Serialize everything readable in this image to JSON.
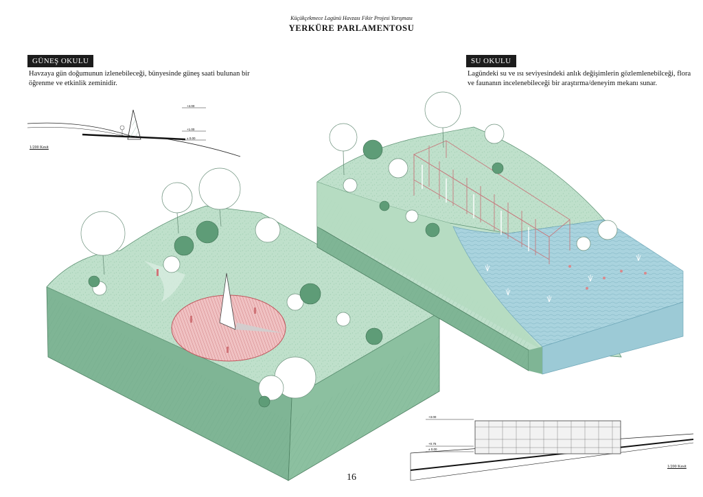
{
  "header": {
    "subtitle": "Küçükçekmece Lagünü Havzası Fikir Projesi Yarışması",
    "title": "YERKÜRE PARLAMENTOSU"
  },
  "left_panel": {
    "tag": "GÜNEŞ OKULU",
    "description_line1": "Havzaya gün doğumunun izlenebileceği, bünyesinde güneş saati bulunan bir",
    "description_line2": "öğrenme ve etkinlik zeminidir.",
    "section_scale": "1/200 Kesit",
    "levels": [
      "+4.00",
      "+1.00",
      "± 0.00"
    ]
  },
  "right_panel": {
    "tag": "SU OKULU",
    "description_line1": "Lagündeki su ve ısı seviyesindeki anlık değişimlerin gözlemlenebilceği, flora",
    "description_line2": "ve faunanın incelenebileceği bir araştırma/deneyim mekanı sunar.",
    "section_scale": "1/200 Kesit",
    "levels": [
      "+3.00",
      "+0.75",
      "± 0.00"
    ]
  },
  "page_number": "16",
  "colors": {
    "terrain_top": "#b9dcc6",
    "terrain_side": "#7fb595",
    "water": "#a9d3de",
    "accent_red": "#d9898c",
    "tag_bg": "#1c1c1c"
  }
}
